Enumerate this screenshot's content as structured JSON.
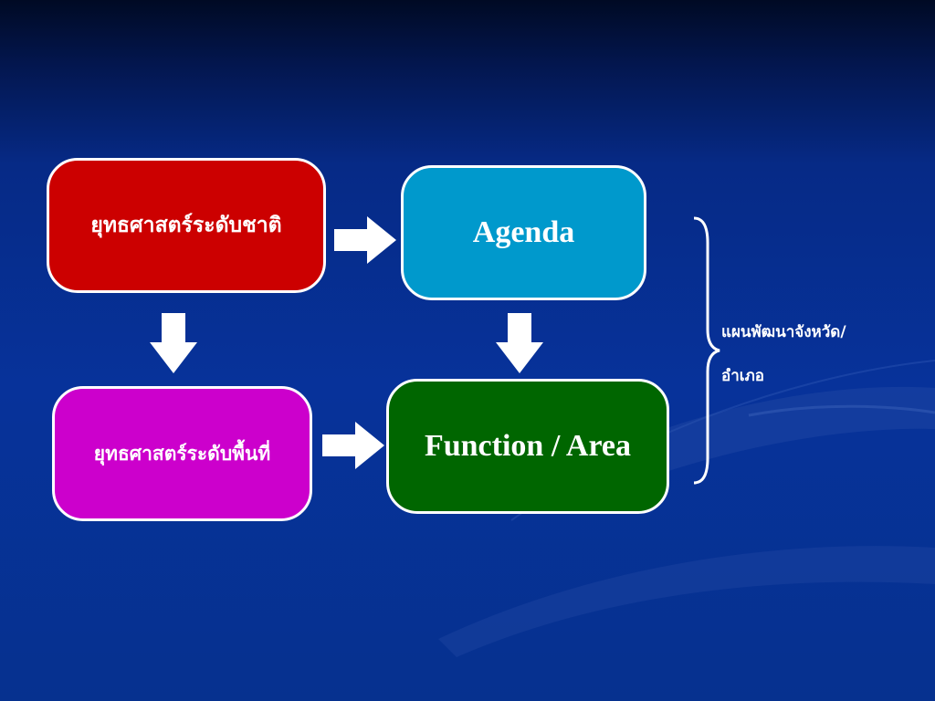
{
  "colors": {
    "national_box": "#cc0000",
    "agenda_box": "#0099cc",
    "area_box": "#cc00cc",
    "function_box": "#006600",
    "arrow": "#ffffff",
    "text": "#ffffff"
  },
  "diagram": {
    "national_strategy": "ยุทธศาสตร์ระดับชาติ",
    "agenda": "Agenda",
    "area_strategy": "ยุทธศาสตร์ระดับพื้นที่",
    "function_area": "Function / Area",
    "plan_label_line1": "แผนพัฒนาจังหวัด/",
    "plan_label_line2": "อำเภอ"
  }
}
